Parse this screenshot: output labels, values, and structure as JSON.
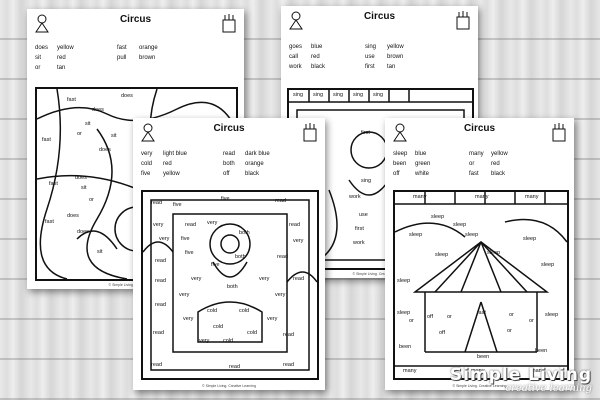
{
  "pages": [
    {
      "id": "does",
      "title": "Circus",
      "key": [
        [
          "does",
          "yellow",
          "fast",
          "orange"
        ],
        [
          "sit",
          "red",
          "pull",
          "brown"
        ],
        [
          "or",
          "tan",
          "",
          ""
        ]
      ],
      "words": [
        "fast",
        "does",
        "does",
        "sit",
        "or",
        "fast",
        "does",
        "sit",
        "sit",
        "fast",
        "does",
        "or",
        "does",
        "does",
        "fast",
        "sit"
      ],
      "footer": "© Simple Living. Creative Learning"
    },
    {
      "id": "goes",
      "title": "Circus",
      "key": [
        [
          "goes",
          "blue",
          "sing",
          "yellow"
        ],
        [
          "call",
          "red",
          "use",
          "brown"
        ],
        [
          "work",
          "black",
          "first",
          "tan"
        ]
      ],
      "words": [
        "sing",
        "sing",
        "sing",
        "sing",
        "sing",
        "first",
        "work",
        "sing",
        "work",
        "use",
        "first"
      ],
      "footer": "© Simple Living. Creative Learning"
    },
    {
      "id": "very",
      "title": "Circus",
      "key": [
        [
          "very",
          "light blue",
          "read",
          "dark blue"
        ],
        [
          "cold",
          "red",
          "both",
          "orange"
        ],
        [
          "five",
          "yellow",
          "off",
          "black"
        ]
      ],
      "words": [
        "read",
        "five",
        "five",
        "read",
        "very",
        "read",
        "very",
        "very",
        "five",
        "both",
        "read",
        "very",
        "five",
        "read",
        "read",
        "five",
        "both",
        "very",
        "read",
        "read",
        "very",
        "very",
        "very",
        "both",
        "read",
        "cold",
        "cold",
        "very",
        "very",
        "cold",
        "very",
        "cold",
        "cold",
        "read",
        "read",
        "read",
        "read",
        "read"
      ],
      "footer": "© Simple Living. Creative Learning"
    },
    {
      "id": "sleep",
      "title": "Circus",
      "key": [
        [
          "sleep",
          "blue",
          "many",
          "yellow"
        ],
        [
          "been",
          "green",
          "or",
          "red"
        ],
        [
          "off",
          "white",
          "fast",
          "black"
        ]
      ],
      "words": [
        "many",
        "many",
        "many",
        "sleep",
        "sleep",
        "sleep",
        "sleep",
        "sleep",
        "sleep",
        "sleep",
        "sleep",
        "sleep",
        "sleep",
        "sleep",
        "or",
        "off",
        "or",
        "fast",
        "or",
        "or",
        "or",
        "off",
        "been",
        "been",
        "been",
        "many",
        "many",
        "many"
      ],
      "footer": "© Simple Living. Creative Learning"
    }
  ],
  "brand": {
    "line1": "Simple Living",
    "line2": "creative learning"
  }
}
